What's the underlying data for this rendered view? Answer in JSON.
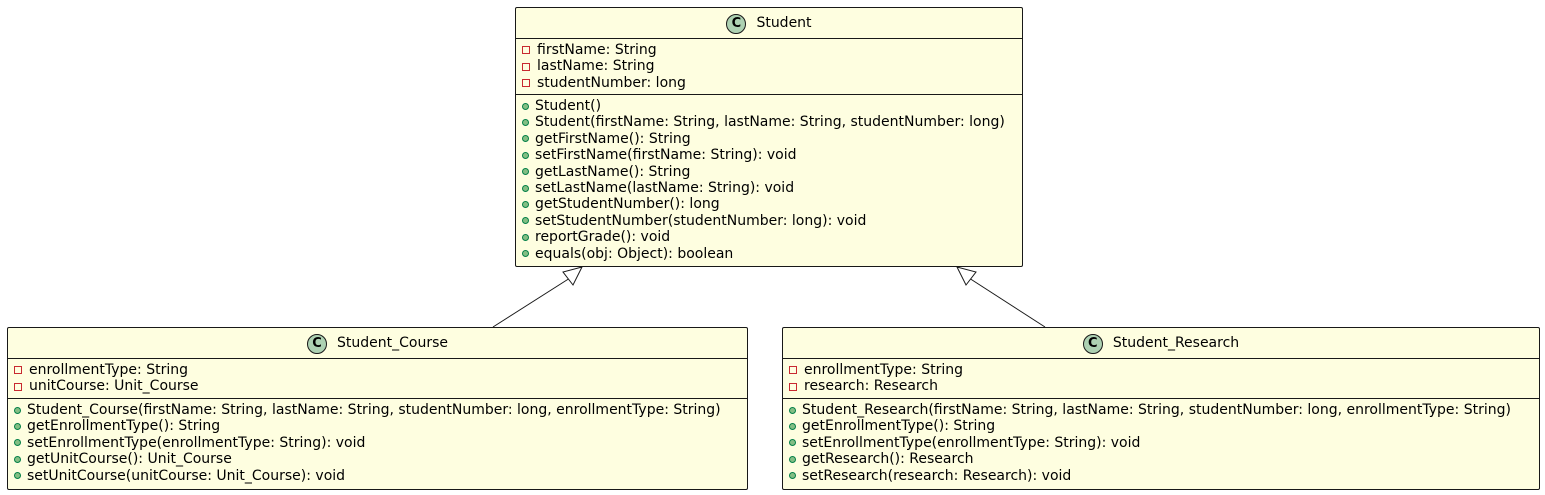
{
  "classes": {
    "student": {
      "name": "Student",
      "icon": "class-icon",
      "attributes": [
        "firstName: String",
        "lastName: String",
        "studentNumber: long"
      ],
      "methods": [
        "Student()",
        "Student(firstName: String, lastName: String, studentNumber: long)",
        "getFirstName(): String",
        "setFirstName(firstName: String): void",
        "getLastName(): String",
        "setLastName(lastName: String): void",
        "getStudentNumber(): long",
        "setStudentNumber(studentNumber: long): void",
        "reportGrade(): void",
        "equals(obj: Object): boolean"
      ]
    },
    "student_course": {
      "name": "Student_Course",
      "icon": "class-icon",
      "attributes": [
        "enrollmentType: String",
        "unitCourse: Unit_Course"
      ],
      "methods": [
        "Student_Course(firstName: String, lastName: String, studentNumber: long, enrollmentType: String)",
        "getEnrollmentType(): String",
        "setEnrollmentType(enrollmentType: String): void",
        "getUnitCourse(): Unit_Course",
        "setUnitCourse(unitCourse: Unit_Course): void"
      ]
    },
    "student_research": {
      "name": "Student_Research",
      "icon": "class-icon",
      "attributes": [
        "enrollmentType: String",
        "research: Research"
      ],
      "methods": [
        "Student_Research(firstName: String, lastName: String, studentNumber: long, enrollmentType: String)",
        "getEnrollmentType(): String",
        "setEnrollmentType(enrollmentType: String): void",
        "getResearch(): Research",
        "setResearch(research: Research): void"
      ]
    }
  },
  "relations": [
    {
      "type": "inheritance",
      "from": "Student_Course",
      "to": "Student"
    },
    {
      "type": "inheritance",
      "from": "Student_Research",
      "to": "Student"
    }
  ],
  "colors": {
    "class_fill": "#fefee0",
    "border": "#181818",
    "class_icon_fill": "#add1b2",
    "private_marker": "#c82930",
    "public_marker_fill": "#84be84",
    "public_marker_stroke": "#038048"
  }
}
